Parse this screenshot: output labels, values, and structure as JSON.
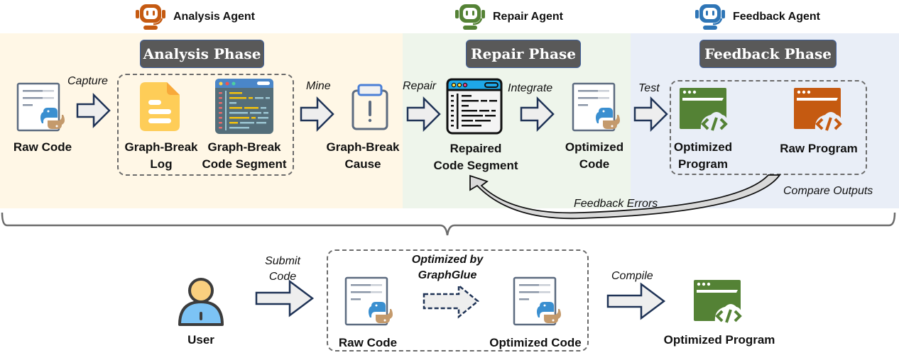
{
  "agents": {
    "analysis": {
      "label": "Analysis Agent",
      "color": "#c55a11"
    },
    "repair": {
      "label": "Repair Agent",
      "color": "#548235"
    },
    "feedback": {
      "label": "Feedback Agent",
      "color": "#2e75b6"
    }
  },
  "phases": {
    "analysis": {
      "title": "Analysis Phase",
      "bg": "#fff7e6"
    },
    "repair": {
      "title": "Repair Phase",
      "bg": "#eef5eb"
    },
    "feedback": {
      "title": "Feedback Phase",
      "bg": "#e9eef7"
    }
  },
  "top_flow": {
    "raw_code": "Raw Code",
    "capture": "Capture",
    "gb_log": [
      "Graph-Break",
      "Log"
    ],
    "gb_segment": [
      "Graph-Break",
      "Code Segment"
    ],
    "mine": "Mine",
    "gb_cause": [
      "Graph-Break",
      "Cause"
    ],
    "repair": "Repair",
    "repaired_segment": [
      "Repaired",
      "Code Segment"
    ],
    "integrate": "Integrate",
    "optimized_code": [
      "Optimized",
      "Code"
    ],
    "test": "Test",
    "optimized_program": [
      "Optimized",
      "Program"
    ],
    "raw_program": "Raw Program",
    "compare_outputs": "Compare Outputs",
    "feedback_errors": "Feedback Errors"
  },
  "bottom_flow": {
    "user": "User",
    "submit_code": [
      "Submit",
      "Code"
    ],
    "raw_code": "Raw Code",
    "optimized_by": [
      "Optimized by",
      "GraphGlue"
    ],
    "optimized_code": "Optimized Code",
    "compile": "Compile",
    "optimized_program": "Optimized Program"
  },
  "colors": {
    "arrow_stroke": "#1f3356",
    "arrow_fill": "#eeeeee",
    "title_bg": "#595959",
    "program_green": "#548235",
    "program_orange": "#c55a11",
    "python_blue": "#3a8fd0",
    "python_tan": "#c49a6c"
  }
}
